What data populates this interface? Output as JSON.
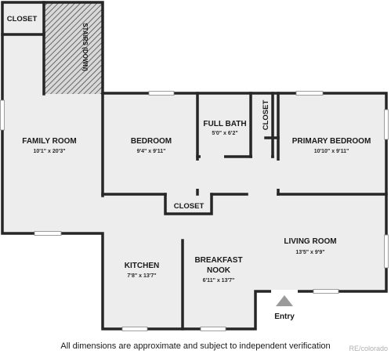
{
  "rooms": {
    "closet_top": {
      "name": "CLOSET"
    },
    "stairs": {
      "name": "STAIRS (DOWN)"
    },
    "family_room": {
      "name": "FAMILY ROOM",
      "dims": "10'1\" x 20'3\""
    },
    "bedroom": {
      "name": "BEDROOM",
      "dims": "9'4\" x 9'11\""
    },
    "full_bath": {
      "name": "FULL BATH",
      "dims": "5'0\" x 6'2\""
    },
    "closet_bath": {
      "name": "CLOSET"
    },
    "primary_bedroom": {
      "name": "PRIMARY BEDROOM",
      "dims": "10'10\" x 9'11\""
    },
    "closet_hall": {
      "name": "CLOSET"
    },
    "living_room": {
      "name": "LIVING ROOM",
      "dims": "13'5\" x 9'9\""
    },
    "kitchen": {
      "name": "KITCHEN",
      "dims": "7'8\" x 13'7\""
    },
    "breakfast_nook": {
      "name_line1": "BREAKFAST",
      "name_line2": "NOOK",
      "dims": "6'11\" x 13'7\""
    }
  },
  "entry": {
    "label": "Entry"
  },
  "footer": {
    "disclaimer": "All dimensions are approximate and subject to independent verification"
  },
  "brand": {
    "text": "RE/colorado"
  },
  "colors": {
    "floor": "#ededed",
    "wall": "#262626",
    "window": "#ffffff",
    "entry_arrow": "#9a9a9a"
  }
}
